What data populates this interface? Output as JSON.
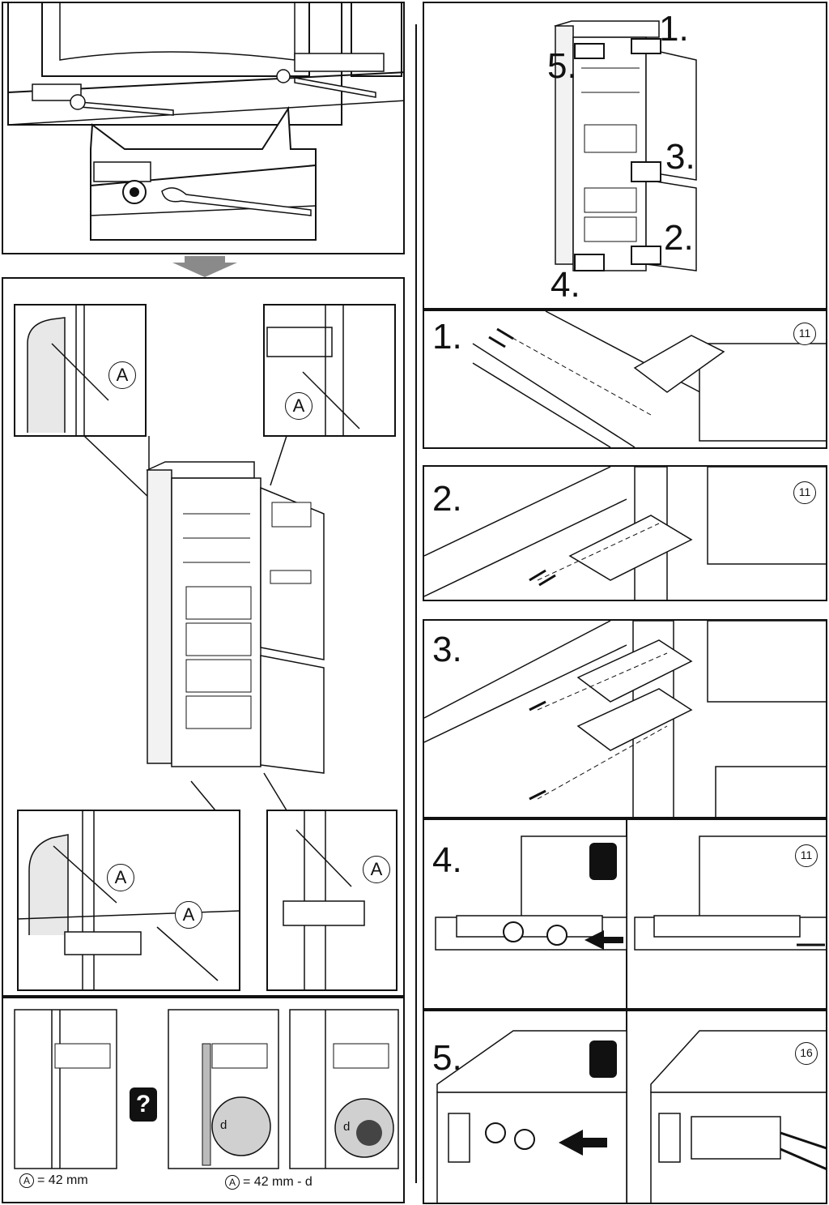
{
  "step_numbers": {
    "overview": [
      "1.",
      "2.",
      "3.",
      "4.",
      "5."
    ],
    "details": [
      "1.",
      "2.",
      "3.",
      "4.",
      "5."
    ]
  },
  "circled_refs": [
    "11",
    "11",
    "11",
    "16"
  ],
  "markers": {
    "a": "A"
  },
  "captions": {
    "left_value": "= 42 mm",
    "right_value": "= 42 mm - d",
    "d_label": "d"
  },
  "question_mark": "?",
  "icons": [
    "screw-icon",
    "arrow-down-icon",
    "wrench-icon",
    "hinge-icon",
    "fridge-icon"
  ],
  "colors": {
    "ink": "#111111",
    "paper": "#ffffff",
    "arrow_gray": "#8a8a8a",
    "shade": "#d9d9d9"
  }
}
